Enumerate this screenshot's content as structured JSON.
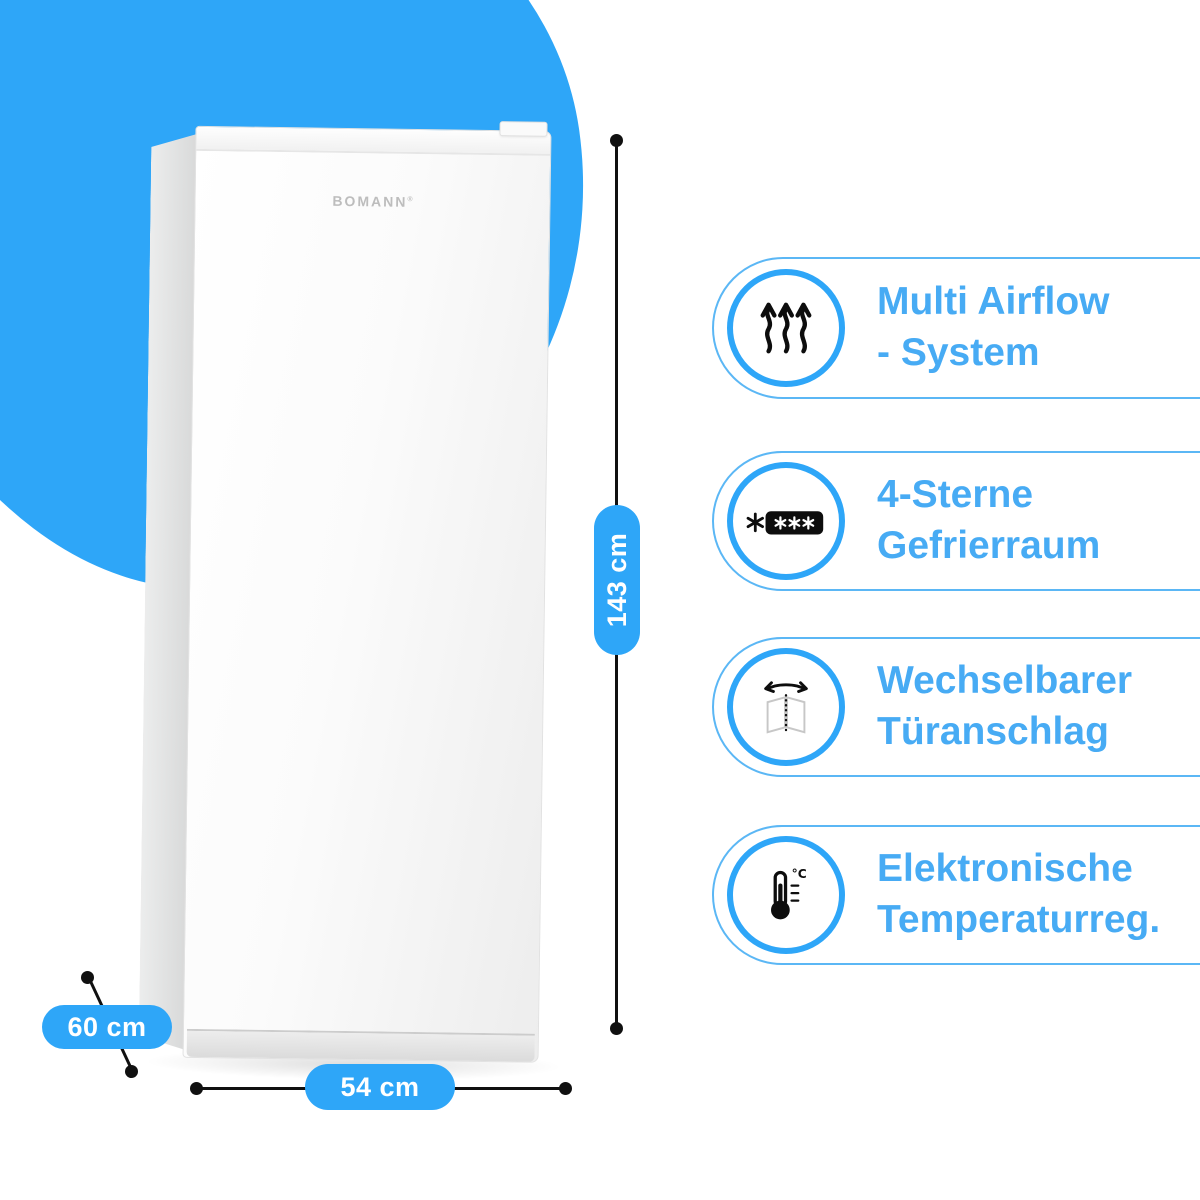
{
  "brand": {
    "logo": "BOMANN",
    "mark": "®"
  },
  "dimensions": {
    "height_label": "143 cm",
    "width_label": "54 cm",
    "depth_label": "60 cm"
  },
  "features": [
    {
      "icon": "airflow-arrows-icon",
      "line1": "Multi Airflow",
      "line2": "- System"
    },
    {
      "icon": "four-star-freezer-icon",
      "line1": "4-Sterne",
      "line2": "Gefrierraum"
    },
    {
      "icon": "reversible-door-icon",
      "line1": "Wechselbarer",
      "line2": "Türanschlag"
    },
    {
      "icon": "thermometer-icon",
      "line1": "Elektronische",
      "line2": "Temperaturreg."
    }
  ],
  "colors": {
    "accent_blue": "#2ea6f8",
    "feature_text_blue": "#47abf4",
    "pill_outline_blue": "#5bb7f5",
    "line_black": "#101010"
  }
}
